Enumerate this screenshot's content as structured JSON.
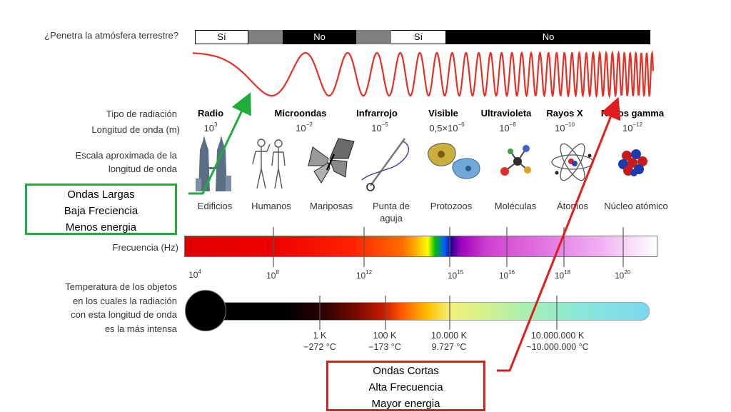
{
  "atmosphere": {
    "label": "¿Penetra la atmósfera terrestre?",
    "yes": "Sí",
    "no": "No"
  },
  "rows": {
    "type_label": "Tipo de radiación",
    "wavelength_label": "Longitud de onda (m)",
    "scale_label": "Escala aproximada de la longitud de onda",
    "frequency_label": "Frecuencia (Hz)",
    "temperature_label": "Temperatura de los objetos en los cuales la radiación con esta longitud de onda es la más intensa"
  },
  "categories": [
    {
      "name": "Radio",
      "base": "10",
      "exp": "3"
    },
    {
      "name": "Microondas",
      "base": "10",
      "exp": "−2"
    },
    {
      "name": "Infrarrojo",
      "base": "10",
      "exp": "−5"
    },
    {
      "name": "Visible",
      "base": "0,5×10",
      "exp": "−6"
    },
    {
      "name": "Ultravioleta",
      "base": "10",
      "exp": "−8"
    },
    {
      "name": "Rayos X",
      "base": "10",
      "exp": "−10"
    },
    {
      "name": "Rayos gamma",
      "base": "10",
      "exp": "−12"
    }
  ],
  "scale_objects": [
    "Edificios",
    "Humanos",
    "Mariposas",
    "Punta de aguja",
    "Protozoos",
    "Moléculas",
    "Átomos",
    "Núcleo atómico"
  ],
  "frequency_ticks": [
    {
      "base": "10",
      "exp": "4"
    },
    {
      "base": "10",
      "exp": "8"
    },
    {
      "base": "10",
      "exp": "12"
    },
    {
      "base": "10",
      "exp": "15"
    },
    {
      "base": "10",
      "exp": "16"
    },
    {
      "base": "10",
      "exp": "18"
    },
    {
      "base": "10",
      "exp": "20"
    }
  ],
  "temperatures": [
    {
      "k": "1 K",
      "c": "−272 °C"
    },
    {
      "k": "100 K",
      "c": "−173 °C"
    },
    {
      "k": "10.000 K",
      "c": "9.727 °C"
    },
    {
      "k": "10.000.000 K",
      "c": "~10.000.000 °C"
    }
  ],
  "callout_long": {
    "line1": "Ondas Largas",
    "line2": "Baja Freciencia",
    "line3": "Menos energia",
    "color": "#1fae3c"
  },
  "callout_short": {
    "line1": "Ondas Cortas",
    "line2": "Alta Frecuencia",
    "line3": "Mayor energia",
    "color": "#e01c1c"
  },
  "wave_color": "#e53026"
}
